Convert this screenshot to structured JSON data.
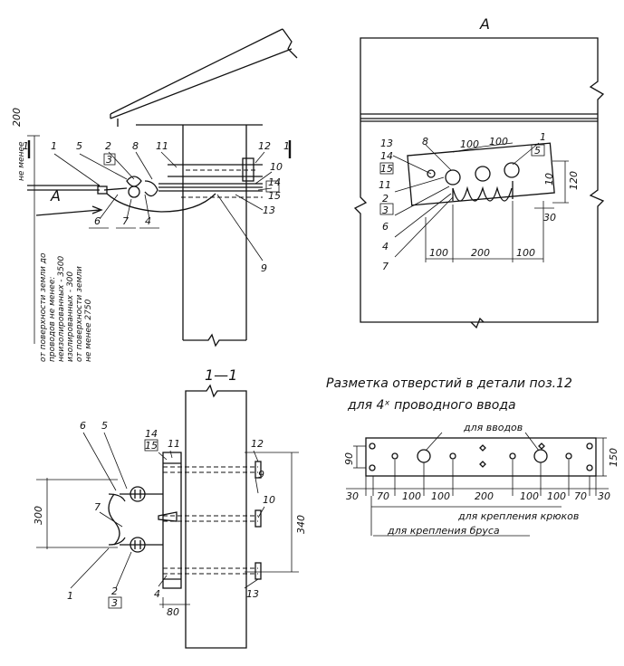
{
  "section_a": {
    "title": "А",
    "labels": {
      "n13": "13",
      "n14": "14",
      "n15": "15",
      "n8": "8",
      "n1": "1",
      "n5": "5",
      "n11": "11",
      "n2": "2",
      "n3": "3",
      "n6": "6",
      "n4": "4",
      "n7": "7",
      "d100a": "100",
      "d100b": "100",
      "d10": "10",
      "d120": "120",
      "d30": "30",
      "d100c": "100",
      "d200": "200",
      "d100d": "100"
    }
  },
  "side_view": {
    "labels": {
      "d200": "200",
      "ne_menee": "не менее",
      "n1": "1",
      "n5": "5",
      "n2": "2",
      "n3": "3",
      "n8": "8",
      "n11": "11",
      "n12": "12",
      "n10": "10",
      "n14": "14",
      "n15": "15",
      "n13": "13",
      "n9": "9",
      "n6": "6",
      "n7": "7",
      "n4": "4",
      "arrow_a": "А",
      "sec_left": "1",
      "sec_right": "1"
    },
    "vertical_note": [
      "от поверхности земли до",
      "проводов не менее:",
      "неизолированных - 3500",
      "изолированных - 300",
      "от поверхности земли",
      "не менее 2750"
    ]
  },
  "section_11": {
    "title": "1—1",
    "labels": {
      "n6": "6",
      "n5": "5",
      "n14": "14",
      "n15": "15",
      "n11": "11",
      "n12": "12",
      "n9": "9",
      "n10": "10",
      "n7": "7",
      "d300": "300",
      "d340": "340",
      "n1": "1",
      "n2": "2",
      "n3": "3",
      "n4": "4",
      "d80": "80",
      "n13": "13"
    }
  },
  "marking": {
    "title1": "Разметка отверстий в детали поз.12",
    "title2": "для 4ˣ проводного ввода",
    "callout_vvodov": "для вводов",
    "callout_kryukov": "для крепления крюков",
    "callout_brusa": "для крепления бруса",
    "dims": [
      "30",
      "70",
      "100",
      "100",
      "200",
      "100",
      "100",
      "70",
      "30"
    ],
    "d90": "90",
    "d150": "150"
  }
}
